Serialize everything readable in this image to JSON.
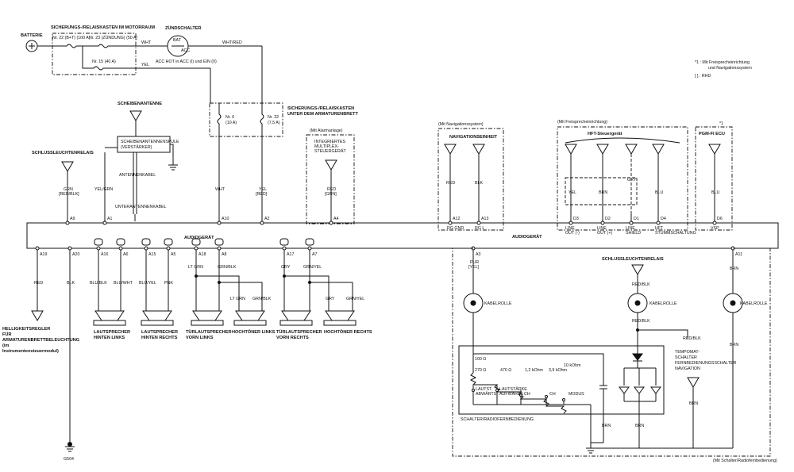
{
  "top": {
    "batterie": "BATTERIE",
    "fuse_box_engine": "SICHERUNGS-/RELAISKASTEN IM MOTORRAUM",
    "fuse22": "Nr. 22 (B+T) (100 A)",
    "fuse23": "Nr. 23 (ZÜNDUNG) (50 A)",
    "fuse15": "Nr. 15 (40 A)",
    "zuendschalter": "ZÜNDSCHALTER",
    "bat": "BAT",
    "acc": "ACC",
    "acc_hot": "ACC HOT in ACC (I) und EIN (II)",
    "wht": "WHT",
    "whtred": "WHT/RED",
    "yel": "YEL",
    "fuse_box_dash": "SICHERUNGS-/RELAISKASTEN",
    "fuse_box_dash2": "UNTER DEM ARMATURENBRETT",
    "fuse6a": "Nr. 6",
    "fuse6b": "(10 A)",
    "fuse32a": "Nr. 32",
    "fuse32b": "(7,5 A)"
  },
  "notes": {
    "n1": "*1     : Mit Freisprecheinrichtung",
    "n1b": "und Navigationssystem",
    "n2": "[ ] : RHD"
  },
  "upper": {
    "scheibenantenne": "SCHEIBENANTENNE",
    "spule1": "SCHEIBENANTENNENSPULE",
    "spule2": "(VERSTÄRKER)",
    "antennenkabel": "ANTENNENKABEL",
    "unterantennenkabel": "UNTERANTENNENKABEL",
    "schluss": "SCHLUSSLEUCHTENRELAIS",
    "grn": "GRN",
    "redblk_rhd": "[RED/BLK]",
    "yelgrn": "YEL/GRN",
    "wht": "WHT",
    "yel": "YEL",
    "red_rhd": "[RED]",
    "mit_alarm": "(Mit Alarmanlage)",
    "multiplex1": "INTEGRIERTES",
    "multiplex2": "MULTIPLEX-",
    "multiplex3": "STEUERGERÄT",
    "red": "RED",
    "grn_rhd": "[GRN]",
    "mit_navi": "(Mit Navigationssystem)",
    "navi": "NAVIGATIONSEINHEIT",
    "blk": "BLK",
    "mit_frei": "(Mit Freisprecheinrichtung)",
    "hft": "HFT-Steuergerät",
    "gry": "GRY",
    "blu": "BLU",
    "brn": "BRN",
    "star1": "*1",
    "pgm": "PGM-FI ECU"
  },
  "pins_top": {
    "a9": "A9",
    "a1": "A1",
    "a10": "A10",
    "a2": "A2",
    "a4": "A4",
    "a12": "A12",
    "a13": "A13",
    "d3": "D3",
    "d2": "D2",
    "d1": "D1",
    "d4": "D4",
    "d6": "D6"
  },
  "bus_labels": {
    "rg_gnd": "RG GND",
    "rg_l": "RG L",
    "line_out_m": "LINE",
    "line_out_m2": "OUT (-)",
    "line_out_p": "LINE",
    "line_out_p2": "OUT (+)",
    "line_shield": "LINE",
    "line_shield2": "SHIELD",
    "hft_stumm": "HFT",
    "hft_stumm2": "STUMMSCHALTUNG",
    "vsp": "VSP",
    "audiogeraet": "AUDIOGERÄT"
  },
  "pins_bottom": {
    "a19": "A19",
    "a20": "A20",
    "a16": "A16",
    "a6": "A6",
    "a15": "A15",
    "a5": "A5",
    "a18": "A18",
    "a8": "A8",
    "a17": "A17",
    "a7": "A7",
    "a3": "A3",
    "a11": "A11"
  },
  "lower": {
    "audiogeraet": "AUDIOGERÄT",
    "red": "RED",
    "blk": "BLK",
    "bluredblk": "BLU/BLK",
    "bluwht": "BLU/WHT",
    "bluyel": "BLU/YEL",
    "pnk": "PNK",
    "ltgrn": "LT GRN",
    "grnblk": "GRN/BLK",
    "gry": "GRY",
    "grnyel": "GRN/YEL",
    "helligkeit1": "HELLIGKEITSREGLER",
    "helligkeit2": "FÜR",
    "helligkeit3": "ARMATURENBRETTBELEUCHTUNG",
    "helligkeit4": "(im",
    "helligkeit5": "Instrumentensteuermodul)",
    "g504": "G504",
    "lsp_hl1": "LAUTSPRECHER",
    "lsp_hl2": "HINTEN LINKS",
    "lsp_hr1": "LAUTSPRECHER",
    "lsp_hr2": "HINTEN RECHTS",
    "tvl1": "TÜRLAUTSPRECHER",
    "tvl2": "VORN LINKS",
    "htl": "HOCHTÖNER LINKS",
    "tvr1": "TÜRLAUTSPRECHER",
    "tvr2": "VORN RECHTS",
    "htr": "HOCHTÖNER RECHTS"
  },
  "right": {
    "pur": "PUR",
    "yel_rhd": "[YEL]",
    "kabelrolle": "KABELROLLE",
    "schluss": "SCHLUSSLEUCHTENRELAIS",
    "redblk": "RED/BLK",
    "brn": "BRN",
    "r100": "100 Ω",
    "r270": "270 Ω",
    "r470": "470 Ω",
    "r1k2": "1,2 kOhm",
    "r3k9": "3,9 kOhm",
    "r10k": "10 kOhm",
    "lsp_ab1": "LAUTST.",
    "lsp_ab2": "ABWÄRTS",
    "lsp_auf1": "LAUTSTÄRKE",
    "lsp_auf2": "AUFWÄRTS",
    "ch_m": "CH",
    "ch_p": "CH",
    "modus": "MODUS",
    "schalter": "SCHALTER/RADIOFERNBEDIENUNG",
    "tempomat1": "TEMPOMAT-",
    "tempomat2": "SCHALTER",
    "tempomat3": "FERNBEDIENUNGSSCHALTER",
    "tempomat4": "NAVIGATION",
    "mit_schalter": "(Mit Schalter/Radiofernbedienung)"
  }
}
